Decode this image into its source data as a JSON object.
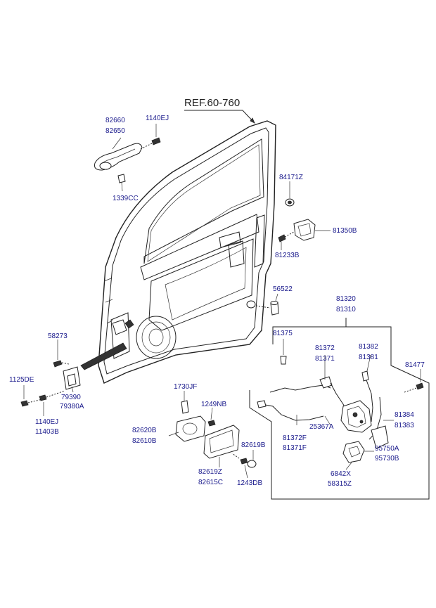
{
  "reference": "REF.60-760",
  "labels": {
    "p82660": "82660",
    "p82650": "82650",
    "p1140ej_top": "1140EJ",
    "p1339cc": "1339CC",
    "p84171z": "84171Z",
    "p81350b": "81350B",
    "p81233b": "81233B",
    "p56522": "56522",
    "p81320": "81320",
    "p81310": "81310",
    "p81375": "81375",
    "p81372": "81372",
    "p81371": "81371",
    "p81382": "81382",
    "p81381": "81381",
    "p81477": "81477",
    "p58273": "58273",
    "p1125de": "1125DE",
    "p79390": "79390",
    "p79380a": "79380A",
    "p1140ej_bot": "1140EJ",
    "p11403b": "11403B",
    "p1730jf": "1730JF",
    "p1249nb": "1249NB",
    "p82620b": "82620B",
    "p82610b": "82610B",
    "p82619b": "82619B",
    "p82619z": "82619Z",
    "p82615c": "82615C",
    "p1243db": "1243DB",
    "p81372f": "81372F",
    "p81371f": "81371F",
    "p25367a": "25367A",
    "p81384": "81384",
    "p81383": "81383",
    "p95750a": "95750A",
    "p95730b": "95730B",
    "p6842x": "6842X",
    "p58315z": "58315Z"
  }
}
